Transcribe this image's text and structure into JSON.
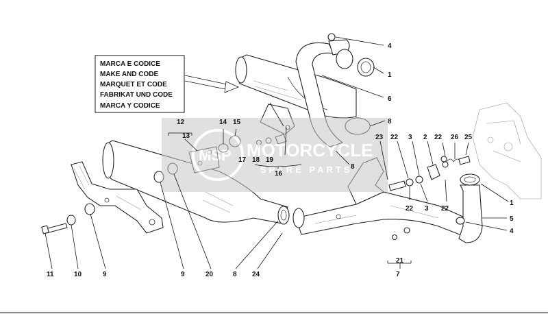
{
  "legend": {
    "lines": [
      "MARCA E CODICE",
      "MAKE AND CODE",
      "MARQUET ET CODE",
      "FABRIKAT UND CODE",
      "MARCA Y CODICE"
    ]
  },
  "watermark": {
    "line1": "MOTORCYCLE",
    "line2": "SPARE PARTS",
    "badge": "MSP"
  },
  "callouts": {
    "c4_top": "4",
    "c1_top": "1",
    "c6": "6",
    "c8_right": "8",
    "c8_mid": "8",
    "c12": "12",
    "c13": "13",
    "c14": "14",
    "c15": "15",
    "c17": "17",
    "c18": "18",
    "c19": "19",
    "c16": "16",
    "c23": "23",
    "c22_a": "22",
    "c3_a": "3",
    "c2": "2",
    "c22_b": "22",
    "c26": "26",
    "c25": "25",
    "c22_c": "22",
    "c3_b": "3",
    "c22_d": "22",
    "c1_right": "1",
    "c5": "5",
    "c4_right": "4",
    "c21": "21",
    "c7": "7",
    "c11": "11",
    "c10": "10",
    "c9_left": "9",
    "c9_mid": "9",
    "c20": "20",
    "c8_bottom": "8",
    "c24": "24"
  }
}
